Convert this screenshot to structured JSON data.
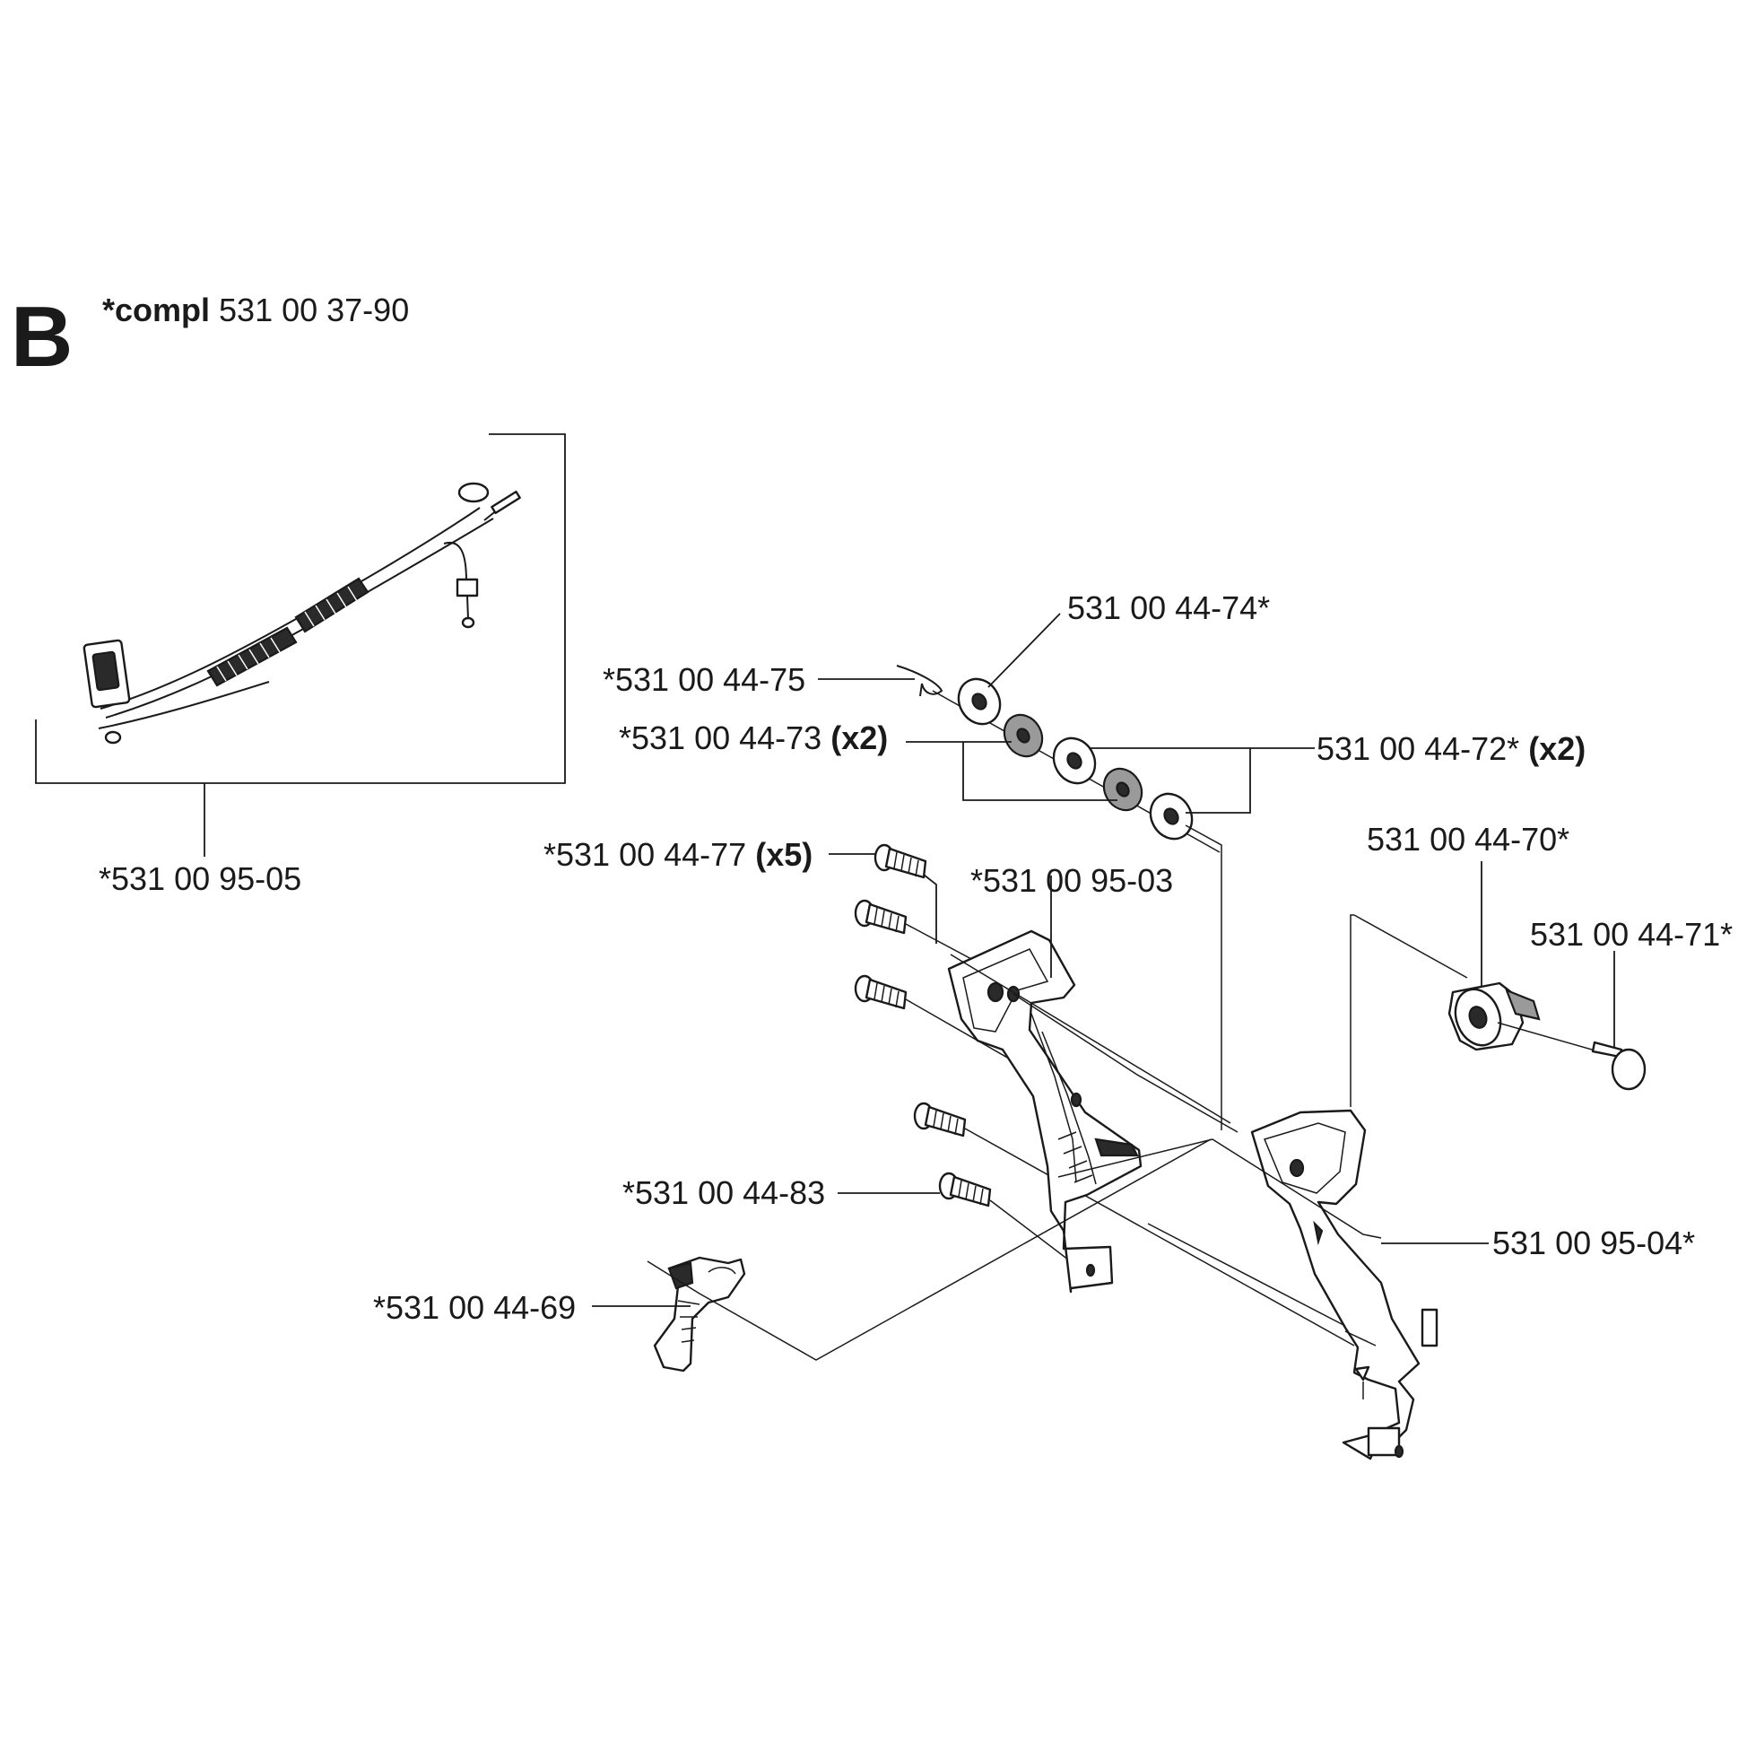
{
  "section": {
    "letter": "B",
    "compl_prefix": "*compl",
    "compl_number": "531 00 37-90"
  },
  "labels": {
    "p9505": "*531 00 95-05",
    "p4474": "531 00 44-74*",
    "p4475": "*531 00 44-75",
    "p4473": "*531 00 44-73",
    "p4473_qty": "(x2)",
    "p4472": "531 00 44-72*",
    "p4472_qty": "(x2)",
    "p4477": "*531 00 44-77",
    "p4477_qty": "(x5)",
    "p9503": "*531 00 95-03",
    "p4470": "531 00 44-70*",
    "p4471": "531 00 44-71*",
    "p4483": "*531 00 44-83",
    "p9504": "531 00 95-04*",
    "p4469": "*531 00 44-69"
  },
  "icons": {
    "wire_harness": "wire-harness-icon",
    "washers": "washer-icon",
    "screws": "screw-icon",
    "handle_left": "handle-half-icon",
    "handle_right": "handle-half-icon",
    "knob": "knob-icon",
    "pin": "pin-icon",
    "clip": "clip-icon",
    "trigger": "throttle-trigger-icon"
  }
}
